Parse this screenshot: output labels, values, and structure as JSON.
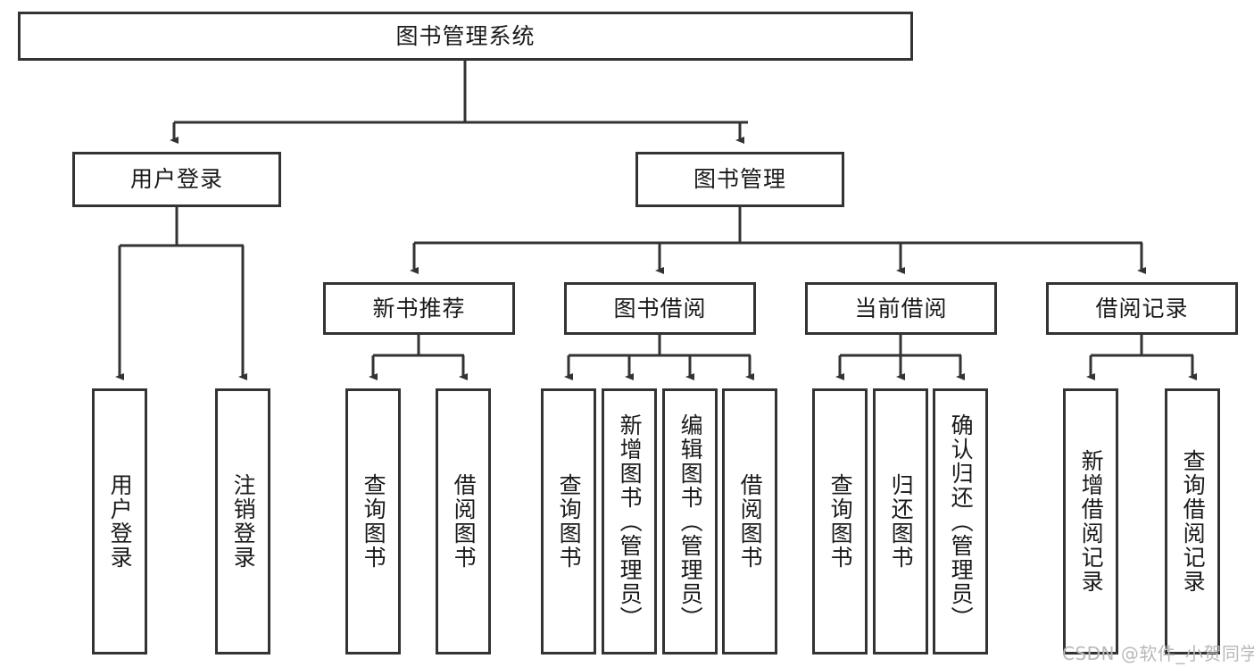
{
  "diagram": {
    "title": "图书管理系统",
    "type": "tree-hierarchy",
    "nodes": {
      "root": {
        "label": "图书管理系统"
      },
      "level2": [
        {
          "id": "user-login",
          "label": "用户登录"
        },
        {
          "id": "book-manage",
          "label": "图书管理"
        }
      ],
      "level3": [
        {
          "id": "new-book-recommend",
          "label": "新书推荐"
        },
        {
          "id": "book-borrow",
          "label": "图书借阅"
        },
        {
          "id": "current-borrow",
          "label": "当前借阅"
        },
        {
          "id": "borrow-record",
          "label": "借阅记录"
        }
      ],
      "leaves": [
        {
          "id": "leaf-user-login",
          "label": "用户登录",
          "parent": "user-login"
        },
        {
          "id": "leaf-user-logout",
          "label": "注销登录",
          "parent": "user-login"
        },
        {
          "id": "leaf-query-book-1",
          "label": "查询图书",
          "parent": "new-book-recommend"
        },
        {
          "id": "leaf-borrow-book-1",
          "label": "借阅图书",
          "parent": "new-book-recommend"
        },
        {
          "id": "leaf-query-book-2",
          "label": "查询图书",
          "parent": "book-borrow"
        },
        {
          "id": "leaf-add-book",
          "label": "新增图书（管理员）",
          "parent": "book-borrow"
        },
        {
          "id": "leaf-edit-book",
          "label": "编辑图书（管理员）",
          "parent": "book-borrow"
        },
        {
          "id": "leaf-borrow-book-2",
          "label": "借阅图书",
          "parent": "book-borrow"
        },
        {
          "id": "leaf-query-book-3",
          "label": "查询图书",
          "parent": "current-borrow"
        },
        {
          "id": "leaf-return-book",
          "label": "归还图书",
          "parent": "current-borrow"
        },
        {
          "id": "leaf-confirm-return",
          "label": "确认归还（管理员）",
          "parent": "current-borrow"
        },
        {
          "id": "leaf-add-record",
          "label": "新增借阅记录",
          "parent": "borrow-record"
        },
        {
          "id": "leaf-query-record",
          "label": "查询借阅记录",
          "parent": "borrow-record"
        }
      ]
    },
    "watermark": "CSDN @软件_小贺同学",
    "colors": {
      "stroke": "#333333",
      "background": "#ffffff",
      "text": "#1a1a1a",
      "watermark": "#b9b9b9"
    }
  }
}
